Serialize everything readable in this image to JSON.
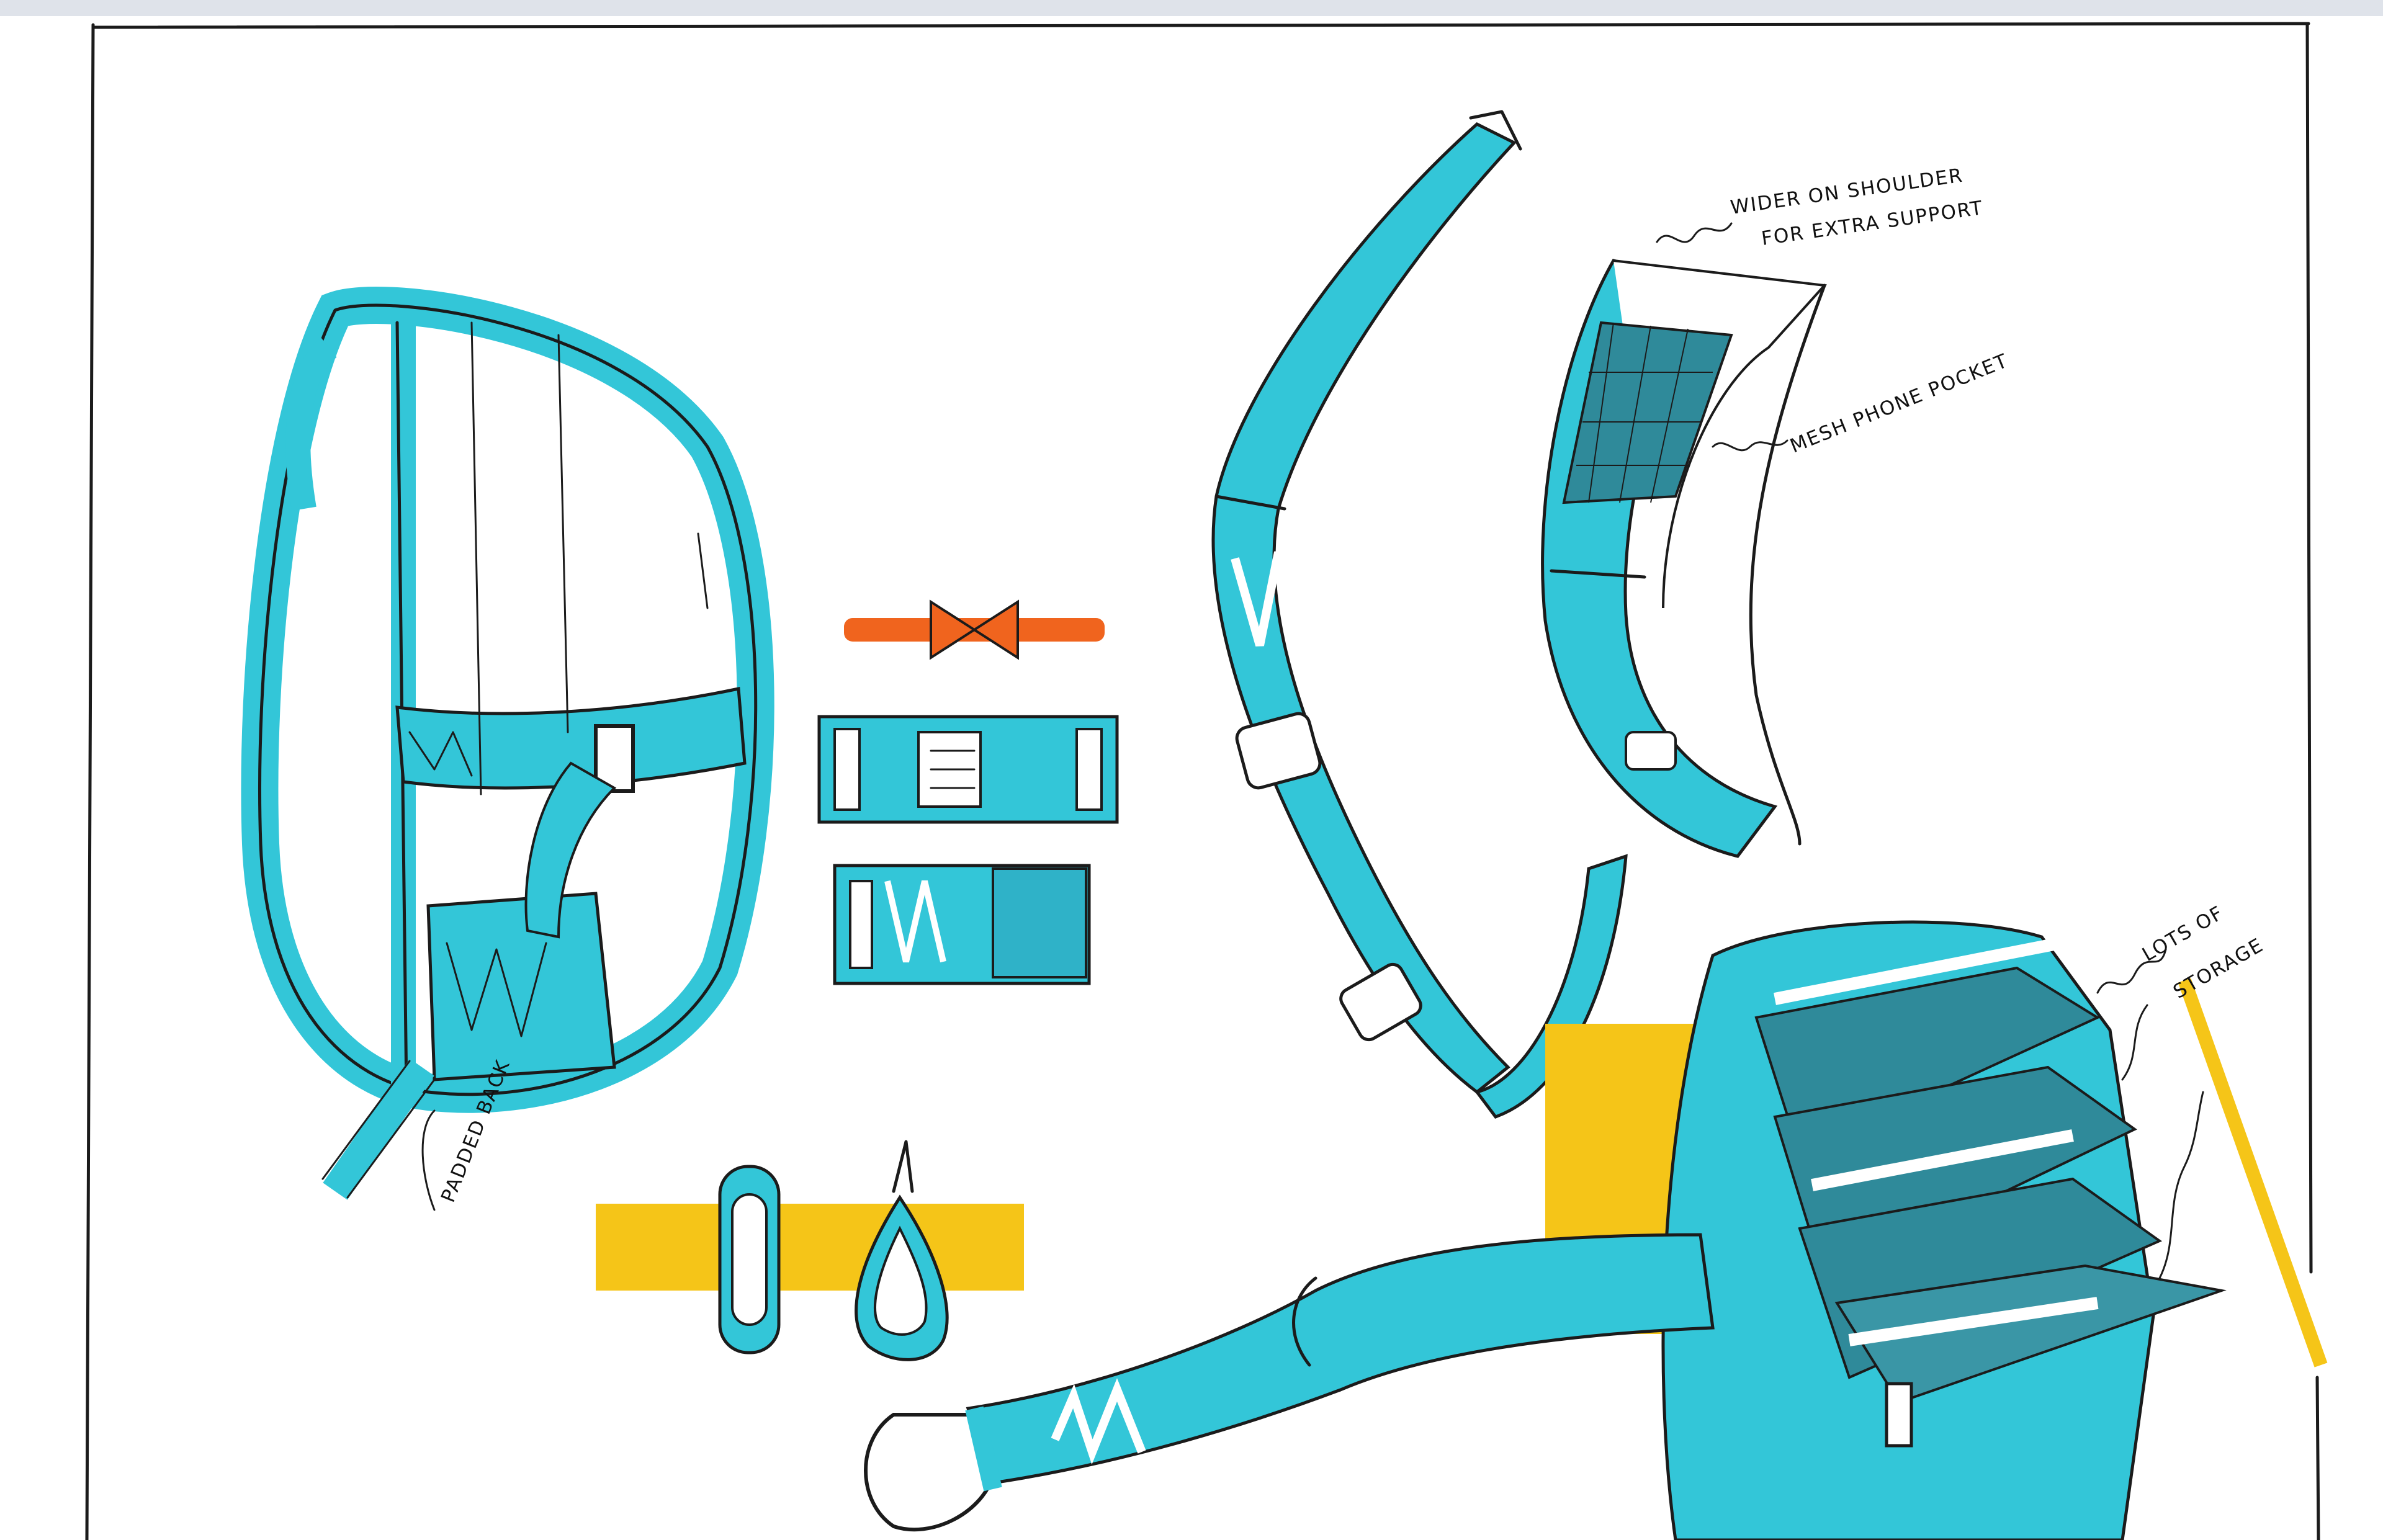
{
  "annotations": {
    "padded_back": "PADDED BACK",
    "wider_line1": "WIDER ON SHOULDER",
    "wider_line2": "FOR EXTRA SUPPORT",
    "mesh_pocket": "MESH PHONE POCKET",
    "storage_line1": "LOTS OF",
    "storage_line2": "STORAGE"
  },
  "colors": {
    "marker_cyan": "#33c6d8",
    "marker_dark_teal": "#2f8a9a",
    "marker_yellow": "#f5c518",
    "marker_orange": "#f0641e",
    "ink": "#1b1b1b"
  }
}
